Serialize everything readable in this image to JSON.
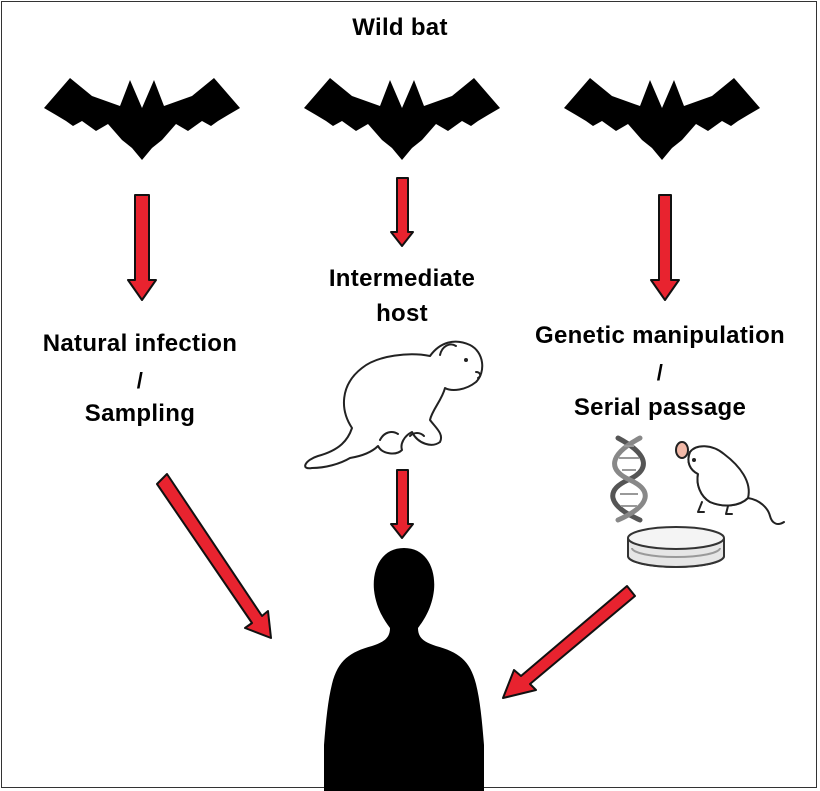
{
  "title": "Wild bat",
  "left_path": {
    "line1": "Natural infection",
    "separator": "/",
    "line2": "Sampling"
  },
  "middle_path": {
    "line1": "Intermediate",
    "line2": "host"
  },
  "right_path": {
    "line1": "Genetic manipulation",
    "separator": "/",
    "line2": "Serial passage"
  },
  "icons": {
    "bats": [
      "bat-icon",
      "bat-icon",
      "bat-icon"
    ],
    "intermediate": "ferret-icon",
    "dna": "dna-icon",
    "rodent": "mouse-icon",
    "dish": "petri-dish-icon",
    "target": "human-icon"
  },
  "colors": {
    "arrow_fill": "#e8232f",
    "arrow_stroke": "#111111",
    "silhouette": "#000000"
  }
}
